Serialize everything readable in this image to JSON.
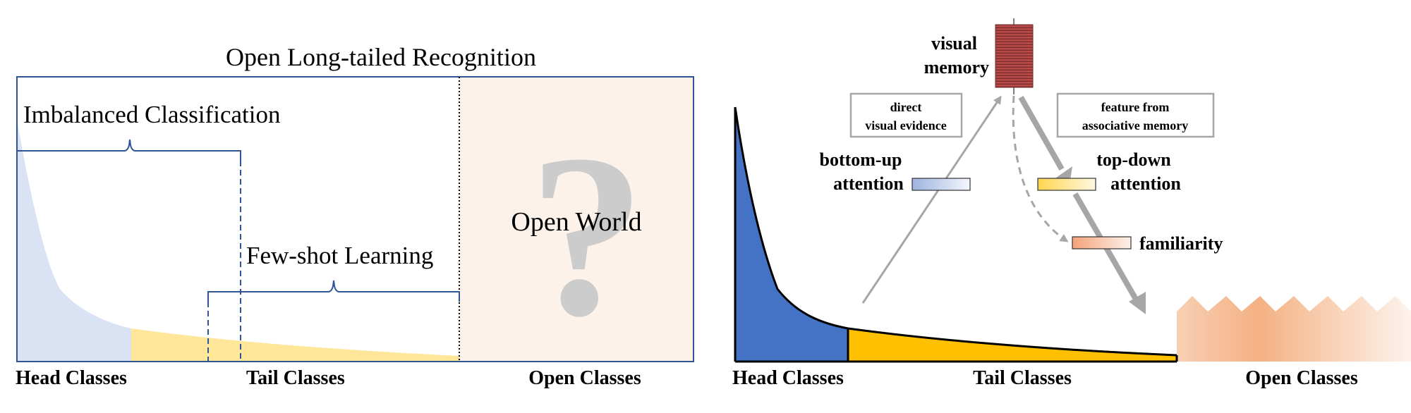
{
  "left_panel": {
    "title": "Open Long-tailed Recognition",
    "imbalanced_label": "Imbalanced Classification",
    "fewshot_label": "Few-shot Learning",
    "open_world_label": "Open World",
    "question_mark": "?",
    "head_label": "Head Classes",
    "tail_label": "Tail Classes",
    "open_label": "Open Classes"
  },
  "right_panel": {
    "memory_label_line1": "visual",
    "memory_label_line2": "memory",
    "direct_box_line1": "direct",
    "direct_box_line2": "visual evidence",
    "feature_box_line1": "feature from",
    "feature_box_line2": "associative memory",
    "bottom_up_line1": "bottom-up",
    "bottom_up_line2": "attention",
    "top_down_line1": "top-down",
    "top_down_line2": "attention",
    "familiarity_label": "familiarity",
    "head_label": "Head Classes",
    "tail_label": "Tail Classes",
    "open_label": "Open Classes"
  },
  "colors": {
    "frame_blue": "#2f5597",
    "head_blue_light": "#dae3f3",
    "tail_yellow_light": "#ffe699",
    "open_world_bg": "#fcf2ea",
    "question_gray": "#cccccc",
    "head_blue_dark": "#4472c4",
    "tail_yellow_dark": "#ffc000",
    "memory_red": "#b84a48",
    "arrow_gray": "#a6a6a6",
    "open_peach": "#f4b183"
  }
}
